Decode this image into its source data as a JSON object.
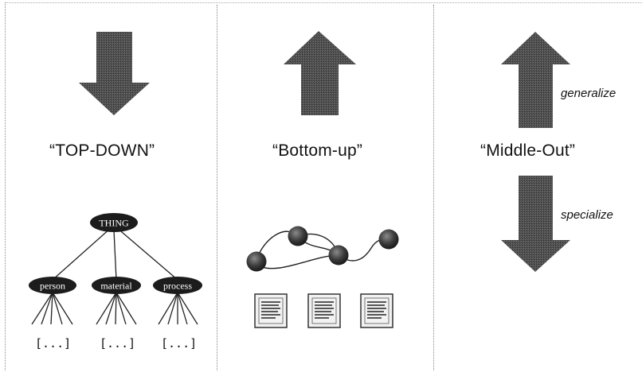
{
  "panels": {
    "top_down": {
      "heading": "“TOP-DOWN”",
      "tree": {
        "root": "THING",
        "children": [
          "person",
          "material",
          "process"
        ],
        "ellipsis": "[...]"
      }
    },
    "bottom_up": {
      "heading": "“Bottom-up”"
    },
    "middle_out": {
      "heading": "“Middle-Out”",
      "up_label": "generalize",
      "down_label": "specialize"
    }
  },
  "colors": {
    "arrow_fill": "#5a5a5a",
    "node_fill": "#1c1c1c",
    "document_border": "#333333"
  }
}
